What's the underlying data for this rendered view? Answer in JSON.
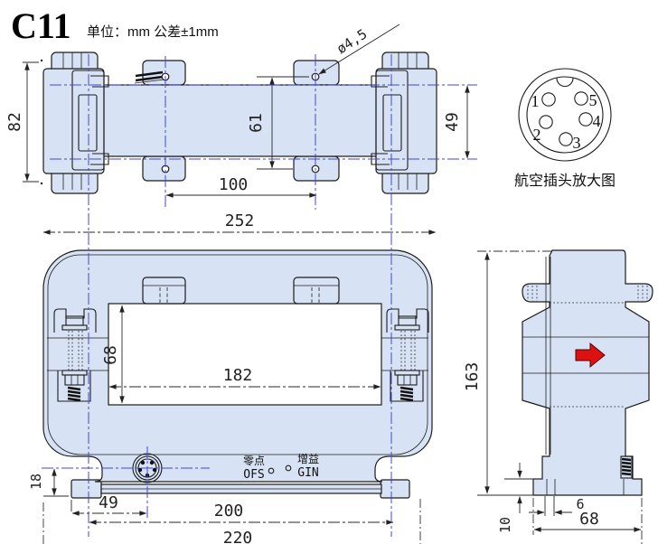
{
  "title": "C11",
  "units_note": "单位：mm 公差±1mm",
  "connector_detail": {
    "caption": "航空插头放大图",
    "pins": [
      "1",
      "2",
      "3",
      "4",
      "5"
    ]
  },
  "panel": {
    "zero_cn": "零点",
    "zero_en": "OFS",
    "gain_cn": "增益",
    "gain_en": "GIN"
  },
  "dims": {
    "top": {
      "overall_height": "82",
      "bar_width": "49",
      "hole_pitch_x": "100",
      "hole_pitch_y": "61",
      "hole_diameter": "ø4,5"
    },
    "front": {
      "overall_width": "252",
      "window_width": "182",
      "window_height": "68",
      "base_height": "18",
      "connector_offset": "49",
      "foot_pitch": "200",
      "base_width": "220"
    },
    "side": {
      "overall_height": "163",
      "base_width": "68",
      "base_thickness": "10",
      "plate_offset": "6"
    }
  },
  "colors": {
    "body_fill": "#d7e3f4",
    "line": "#1c1c1c",
    "centerline": "#4646d8",
    "arrow_red": "#dd1111"
  }
}
